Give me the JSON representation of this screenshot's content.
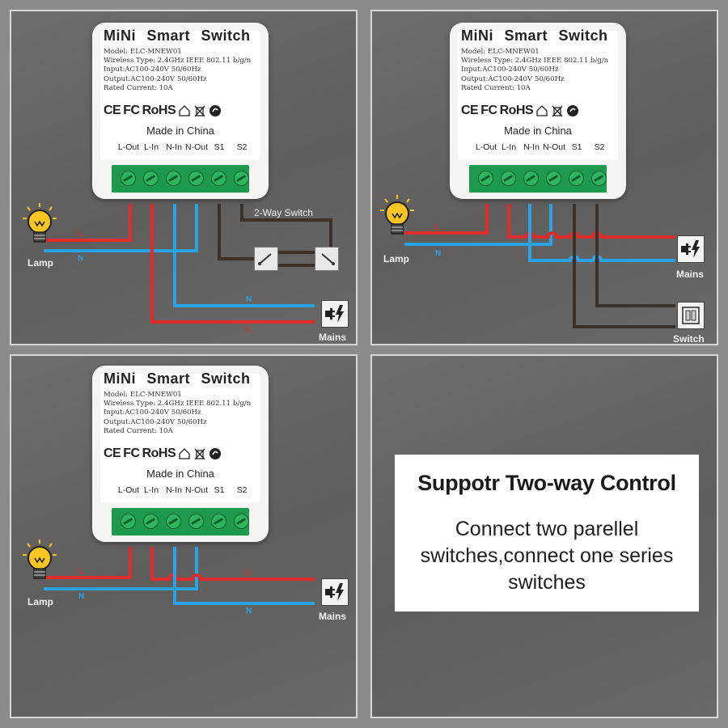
{
  "device": {
    "title": "MiNi Smart Switch",
    "specs": [
      "Model: ELC-MNEW01",
      "Wireless Type: 2.4GHz IEEE 802.11 b/g/n",
      "Input:AC100-240V 50/60Hz",
      "Output:AC100-240V 50/60Hz",
      "Rated Current: 10A"
    ],
    "certs": [
      "CE",
      "FC",
      "RoHS"
    ],
    "made_in": "Made in China",
    "terminals": [
      "L-Out",
      "L-In",
      "N-In",
      "N-Out",
      "S1",
      "S2"
    ]
  },
  "labels": {
    "lamp": "Lamp",
    "mains": "Mains",
    "switch": "Switch",
    "two_way_switch": "2-Way Switch",
    "live": "L",
    "neutral": "N"
  },
  "info": {
    "title": "Suppotr Two-way Control",
    "body": "Connect two parellel switches,connect one series switches"
  },
  "colors": {
    "live_wire": "#e02b2b",
    "neutral_wire": "#2aa3e6",
    "switch_wire": "#3a322a",
    "terminal_green": "#1e9a4c",
    "bulb_yellow": "#f7c623"
  }
}
